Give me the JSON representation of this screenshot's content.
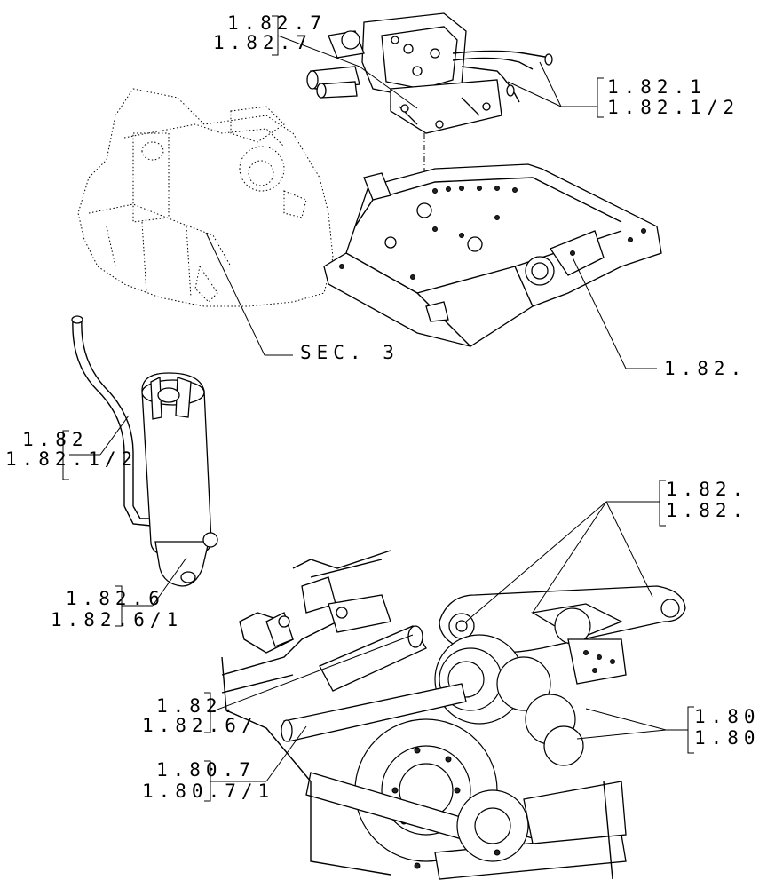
{
  "callouts": {
    "top_valve": [
      "1.82.7",
      "1.82.7"
    ],
    "pipes_right": [
      "1.82.1",
      "1.82.1/2"
    ],
    "section": "SEC. 3",
    "housing": "1.82.",
    "left_pipe": [
      "1.82",
      "1.82.1/2"
    ],
    "cylinder": [
      "1.82.6",
      "1.82.6/1"
    ],
    "lift_arms": [
      "1.82.",
      "1.82."
    ],
    "cylinder_lower": [
      "1.82.",
      "1.82.6/"
    ],
    "gears_right": [
      "1.80",
      "1.80"
    ],
    "shaft": [
      "1.80.7",
      "1.80.7/1"
    ]
  }
}
